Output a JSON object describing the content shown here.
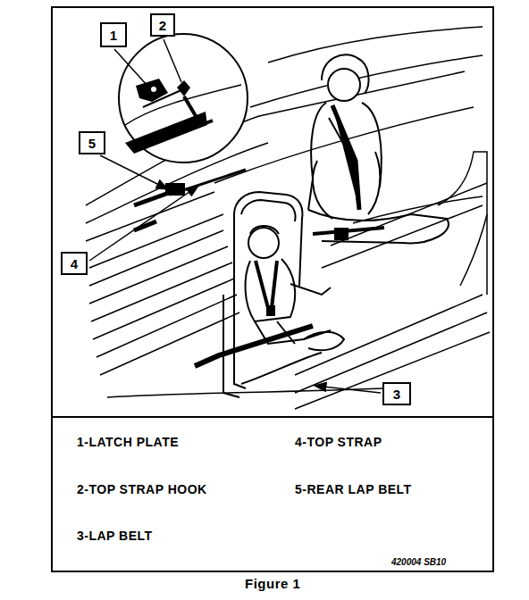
{
  "diagram": {
    "caption": "Figure 1",
    "nodes": [
      {
        "text": [
          "1"
        ]
      },
      {
        "text": [
          "2"
        ]
      },
      {
        "text": [
          "5"
        ]
      },
      {
        "text": [
          "4"
        ]
      },
      {
        "text": [
          "3"
        ]
      }
    ],
    "labels": [
      "1-LATCH PLATE",
      "4-TOP STRAP",
      "2-TOP STRAP HOOK",
      "5-REAR LAP BELT",
      "3-LAP BELT",
      "420004 SB10"
    ]
  }
}
